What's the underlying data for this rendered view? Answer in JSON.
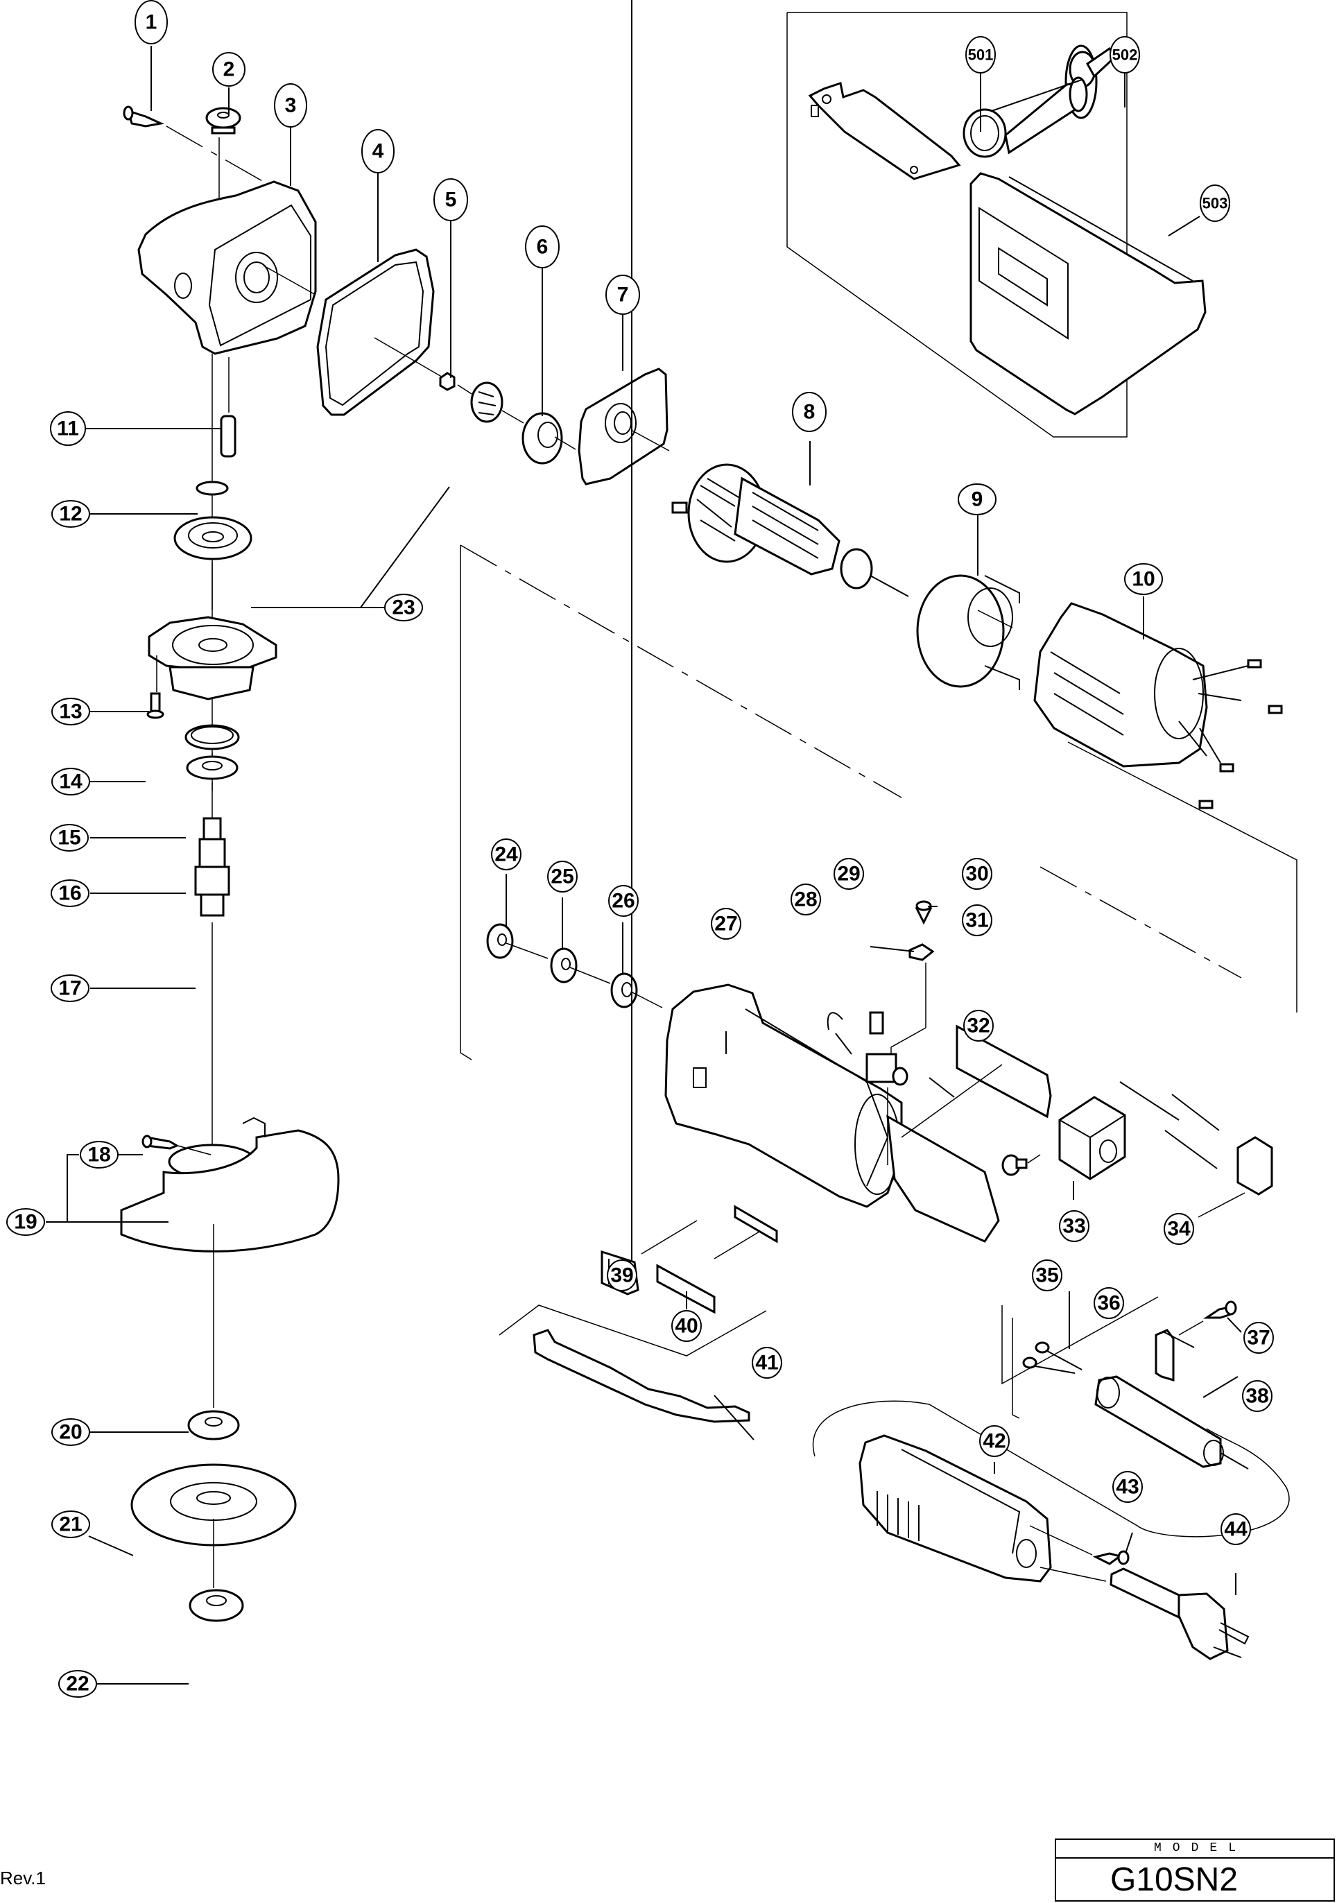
{
  "document": {
    "revision": "Rev.1",
    "model_header": "MODEL",
    "model_name": "G10SN2"
  },
  "callouts": {
    "c1": "1",
    "c2": "2",
    "c3": "3",
    "c4": "4",
    "c5": "5",
    "c6": "6",
    "c7": "7",
    "c8": "8",
    "c9": "9",
    "c10": "10",
    "c11": "11",
    "c12": "12",
    "c13": "13",
    "c14": "14",
    "c15": "15",
    "c16": "16",
    "c17": "17",
    "c18": "18",
    "c19": "19",
    "c20": "20",
    "c21": "21",
    "c22": "22",
    "c23": "23",
    "c24": "24",
    "c25": "25",
    "c26": "26",
    "c27": "27",
    "c28": "28",
    "c29": "29",
    "c30": "30",
    "c31": "31",
    "c32": "32",
    "c33": "33",
    "c34": "34",
    "c35": "35",
    "c36": "36",
    "c37": "37",
    "c38": "38",
    "c39": "39",
    "c40": "40",
    "c41": "41",
    "c42": "42",
    "c43": "43",
    "c44": "44",
    "c501": "501",
    "c502": "502",
    "c503": "503"
  },
  "colors": {
    "ink": "#000000",
    "paper": "#ffffff"
  }
}
